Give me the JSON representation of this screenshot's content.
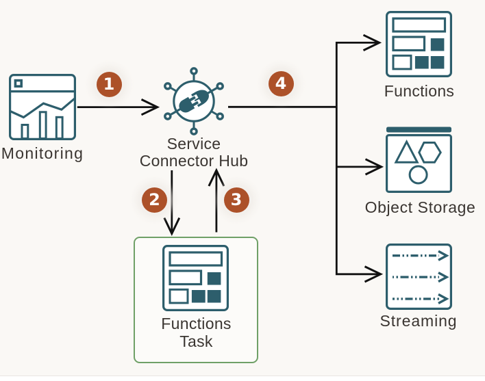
{
  "diagram": {
    "type": "architecture-flow",
    "colors": {
      "background": "#faf8f5",
      "icon_teal": "#2d5e6c",
      "badge_orange": "#ac5129",
      "connector_black": "#111111",
      "task_box_green": "#6fa067",
      "label_gray": "#3a3531"
    },
    "nodes": {
      "monitoring": {
        "label": "Monitoring"
      },
      "hub": {
        "label_line1": "Service",
        "label_line2": "Connector Hub"
      },
      "functions_task": {
        "label_line1": "Functions",
        "label_line2": "Task"
      },
      "functions": {
        "label": "Functions"
      },
      "object_storage": {
        "label": "Object Storage"
      },
      "streaming": {
        "label": "Streaming"
      }
    },
    "steps": {
      "s1": "1",
      "s2": "2",
      "s3": "3",
      "s4": "4"
    }
  }
}
